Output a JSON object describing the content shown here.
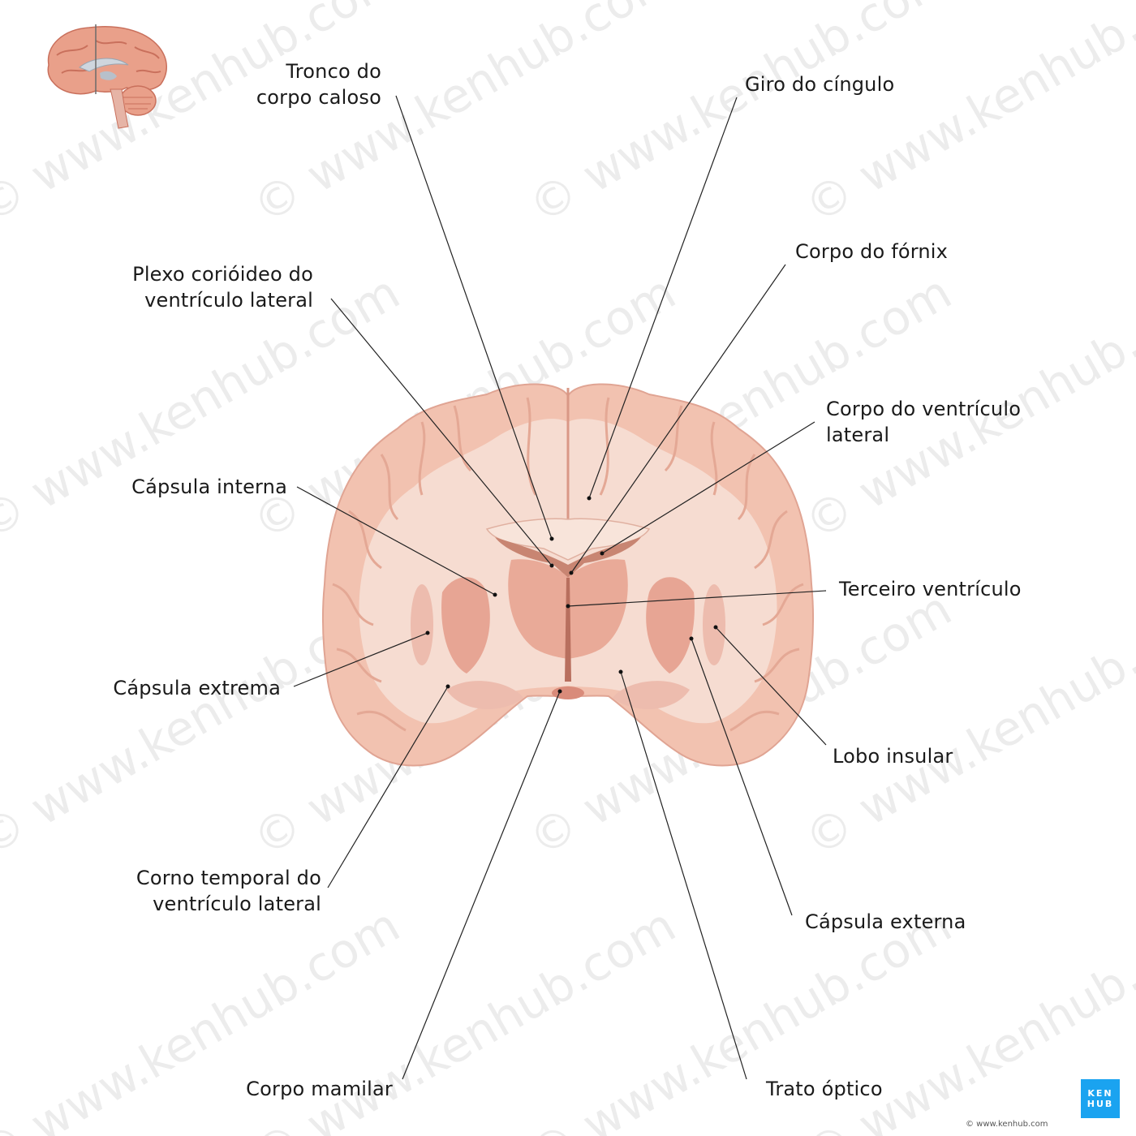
{
  "labels": {
    "tronco": [
      "Tronco do",
      "corpo caloso"
    ],
    "giro": [
      "Giro do cíngulo"
    ],
    "fornix": [
      "Corpo do fórnix"
    ],
    "plexo": [
      "Plexo corióideo do",
      "ventrículo lateral"
    ],
    "corpo_ventriculo": [
      "Corpo do ventrículo",
      "lateral"
    ],
    "capsula_interna": [
      "Cápsula interna"
    ],
    "terceiro": [
      "Terceiro ventrículo"
    ],
    "capsula_extrema": [
      "Cápsula extrema"
    ],
    "lobo_insular": [
      "Lobo insular"
    ],
    "corno_temporal": [
      "Corno temporal do",
      "ventrículo lateral"
    ],
    "capsula_externa": [
      "Cápsula externa"
    ],
    "corpo_mamilar": [
      "Corpo mamilar"
    ],
    "trato_optico": [
      "Trato óptico"
    ]
  },
  "watermark": "© www.kenhub.com",
  "logo": [
    "KEN",
    "HUB"
  ],
  "credit": "© www.kenhub.com",
  "colors": {
    "cortex": "#f2c2b0",
    "white_matter": "#f6dcd1",
    "gray_nuclei": "#e9aa98",
    "deep": "#d98b7a",
    "line": "#222222"
  }
}
